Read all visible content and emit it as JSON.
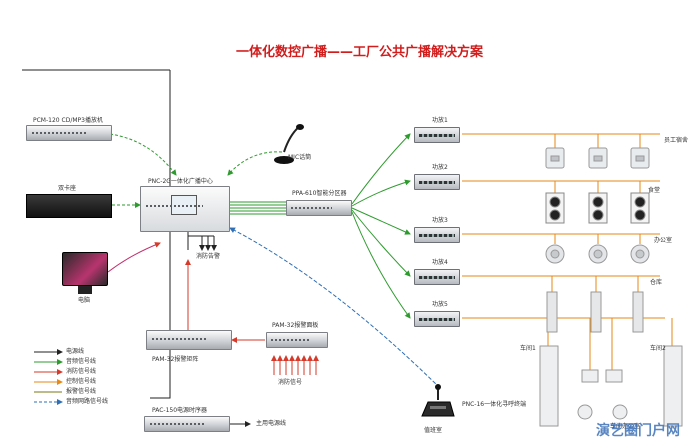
{
  "title": "一体化数控广播——工厂公共广播解决方案",
  "sources": {
    "pcm": "PCM-120 CD/MP3播放机",
    "dual_deck": "双卡座",
    "computer": "电脑",
    "mic": "MIC话筒"
  },
  "center": {
    "pnc": "PNC-2G一体化广播中心",
    "ppa": "PPA-610智能分区器",
    "alarm": "消防告警"
  },
  "amps": [
    "功放1",
    "功放2",
    "功放3",
    "功放4",
    "功放5"
  ],
  "zones": [
    "员工宿舍",
    "食堂",
    "办公室",
    "仓库",
    "车间1",
    "车间2",
    "车间办公室"
  ],
  "fire": {
    "matrix": "PAM-32报警矩阵",
    "panel": "PAM-32报警面板",
    "signal": "消防信号"
  },
  "power": {
    "device": "PAC-150电源时序器",
    "label": "主用电源线"
  },
  "paging": {
    "device": "PNC-16一体化寻呼终端",
    "label": "值班室"
  },
  "legend": [
    {
      "label": "电源线",
      "color": "#222222"
    },
    {
      "label": "音频信号线",
      "color": "#2e9b2e"
    },
    {
      "label": "消防信号线",
      "color": "#d63a2a"
    },
    {
      "label": "控制信号线",
      "color": "#e58a19"
    },
    {
      "label": "报警信号线",
      "color": "#7a7a10"
    },
    {
      "label": "音频网路信号线",
      "color": "#2f6fb5"
    }
  ],
  "watermark": "演艺圈门户网"
}
